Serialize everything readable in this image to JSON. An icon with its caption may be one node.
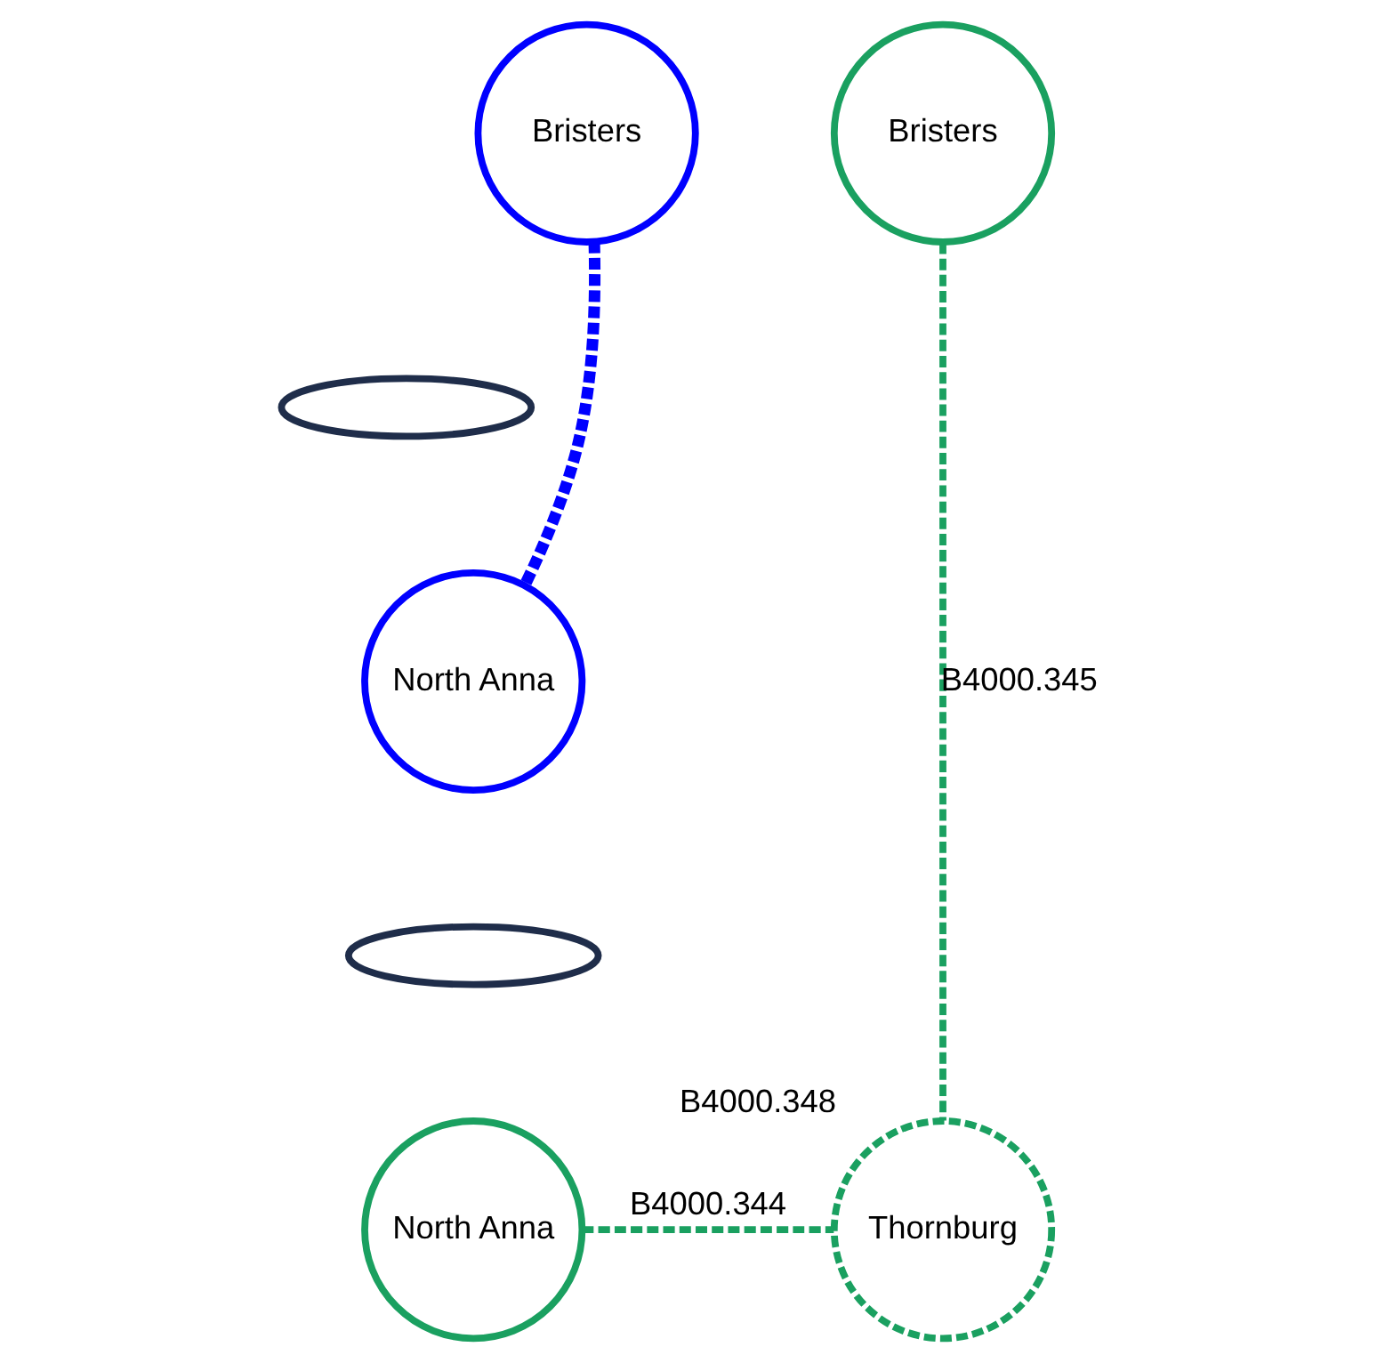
{
  "diagram": {
    "nodes": [
      {
        "text": [
          "Bristers"
        ]
      },
      {
        "text": [
          "Bristers"
        ]
      },
      {
        "text": [],
        "shape": "ellipse"
      },
      {
        "text": [
          "North Anna"
        ]
      },
      {
        "text": [],
        "shape": "ellipse"
      },
      {
        "text": [
          "North Anna"
        ]
      },
      {
        "text": [
          "Thornburg"
        ],
        "beside": [
          "B4000.348"
        ]
      }
    ],
    "edges": [
      {
        "from": 0,
        "to": 3,
        "arrow": "none",
        "style": "dashed",
        "color": "#0000ff"
      },
      {
        "from": 1,
        "to": 6,
        "arrow": "none",
        "style": "dashed",
        "label": "B4000.345"
      },
      {
        "from": 5,
        "to": 6,
        "arrow": "none",
        "style": "dashed",
        "label": "B4000.344"
      }
    ]
  }
}
